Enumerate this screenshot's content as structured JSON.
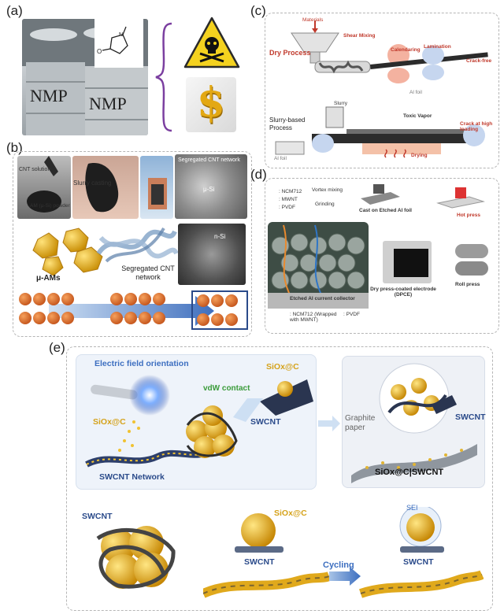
{
  "panel_labels": {
    "a": "(a)",
    "b": "(b)",
    "c": "(c)",
    "d": "(d)",
    "e": "(e)"
  },
  "panel_a": {
    "drum_label_1": "NMP",
    "drum_label_2": "NMP",
    "icons": [
      "skull-crossbones-warning-icon",
      "dollar-sign-icon"
    ]
  },
  "panel_b": {
    "cnt_solution": "CNT solution",
    "slurry_casting": "Slurry casting",
    "powder": "AM (μ-Si) powder",
    "segregated_top": "Segregated CNT network",
    "u_si": "μ-Si",
    "n_si": "n-Si",
    "u_ams": "μ-AMs",
    "segregated_cnt": "Segregated CNT network"
  },
  "panel_c": {
    "materials": "Materials",
    "dry_process": "Dry Process",
    "shear_mixing": "Shear Mixing",
    "calendaring": "Calendaring",
    "lamination": "Lamination",
    "crack_free": "Crack-free",
    "al_foil_top": "Al foil",
    "slurry": "Slurry",
    "slurry_process": "Slurry-based Process",
    "toxic_vapor": "Toxic Vapor",
    "crack_high": "Crack at high loading",
    "al_foil_bottom": "Al foil",
    "drying": "Drying"
  },
  "panel_d": {
    "legend_1": ": NCM712",
    "legend_2": ": MWNT",
    "legend_3": ": PVDF",
    "vortex": "Vortex mixing",
    "grinding": "Grinding",
    "cast": "Cast on Etched Al foil",
    "hot_press": "Hot press",
    "roll_press": "Roll press",
    "dpce": "Dry press-coated electrode (DPCE)",
    "etched_al": "Etched Al current collector",
    "bottom_1": ": NCM712 (Wrapped with MWNT)",
    "bottom_2": ": PVDF"
  },
  "panel_e": {
    "efield": "Electric field orientation",
    "siox_top": "SiOx@C",
    "vdw": "vdW contact",
    "siox_left": "SiOx@C",
    "swcnt_mid": "SWCNT",
    "swcnt_network": "SWCNT Network",
    "graphite": "Graphite paper",
    "swcnt_right": "SWCNT",
    "composite": "SiOx@C|SWCNT",
    "swcnt_bottom_left": "SWCNT",
    "siox_bottom": "SiOx@C",
    "swcnt_bottom_mid": "SWCNT",
    "cycling": "Cycling",
    "sei": "SEI",
    "swcnt_bottom_right": "SWCNT"
  },
  "colors": {
    "accent_gold": "#e0a91c",
    "cnt_blue": "#2a4a8a",
    "warning_yellow": "#f4d21f",
    "arrow_blue": "#5b8bd6",
    "dry_red": "#c0392b"
  }
}
